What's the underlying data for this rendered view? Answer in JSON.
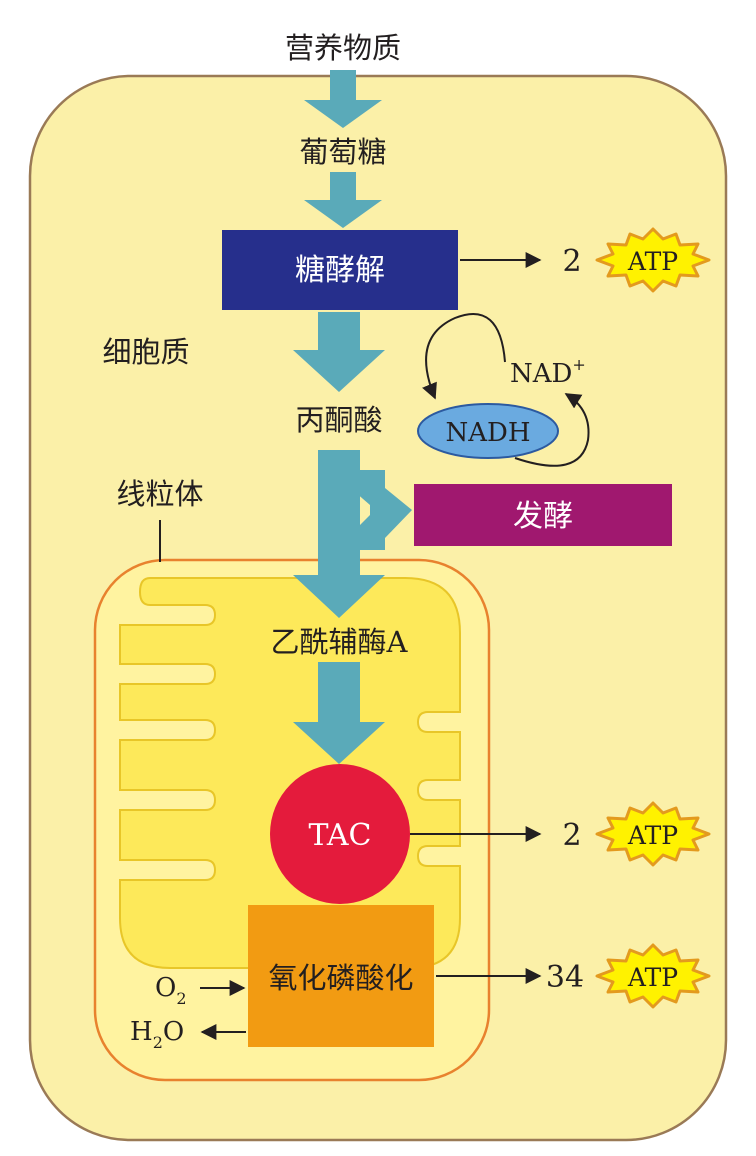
{
  "input_label": "营养物质",
  "glucose_label": "葡萄糖",
  "glycolysis_label": "糖酵解",
  "pyruvate_label": "丙酮酸",
  "acetyl_coa_label": "乙酰辅酶A",
  "tac_label": "TAC",
  "oxphos_label": "氧化磷酸化",
  "fermentation_label": "发酵",
  "cytoplasm_label": "细胞质",
  "mitochondria_label": "线粒体",
  "nad_label": "NAD",
  "nad_sup": "+",
  "nadh_label": "NADH",
  "o2_label": "O",
  "o2_sub": "2",
  "h2o_h": "H",
  "h2o_sub": "2",
  "h2o_o": "O",
  "atp_yields": [
    {
      "count": "2",
      "label": "ATP"
    },
    {
      "count": "2",
      "label": "ATP"
    },
    {
      "count": "34",
      "label": "ATP"
    }
  ],
  "colors": {
    "cell_fill": "#fbf0a8",
    "cell_stroke": "#9a7a56",
    "mito_outer_fill": "#fff3a0",
    "mito_stroke": "#e8822e",
    "mito_inner_fill": "#fde95a",
    "arrow": "#5aaab9",
    "glycolysis_box": "#262f8c",
    "fermentation_box": "#a0186f",
    "tac_circle": "#e41b3c",
    "oxphos_box": "#f29b12",
    "nadh_ellipse": "#6aaae0",
    "atp_star": "#fff200",
    "atp_star_stroke": "#e39a1e"
  }
}
